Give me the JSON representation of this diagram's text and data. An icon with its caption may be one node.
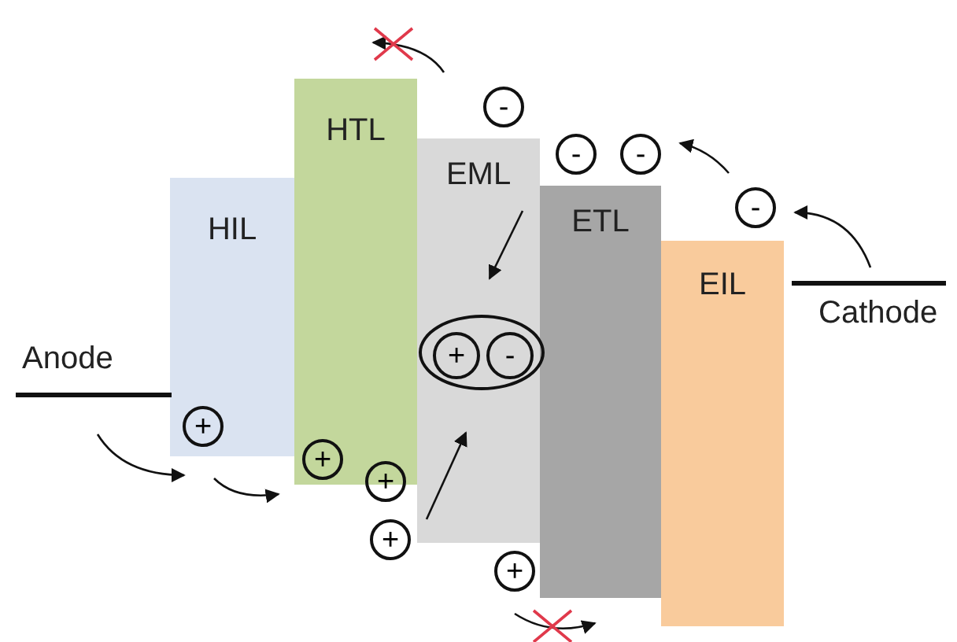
{
  "diagram": {
    "nodes": [
      {
        "text": [
          "HIL"
        ]
      },
      {
        "text": [
          "HTL"
        ]
      },
      {
        "text": [
          "EML"
        ]
      },
      {
        "text": [
          "ETL"
        ]
      },
      {
        "text": [
          "EIL"
        ]
      },
      {
        "text": [
          "-"
        ]
      },
      {
        "text": [
          "-"
        ]
      },
      {
        "text": [
          "-"
        ]
      },
      {
        "text": [
          "-"
        ]
      },
      {
        "text": [],
        "shape": "ellipse",
        "in": 2
      },
      {
        "text": [
          "+"
        ],
        "in": 9
      },
      {
        "text": [
          "-"
        ],
        "in": 9
      },
      {
        "text": [
          "+"
        ],
        "in": 0
      },
      {
        "text": [
          "+"
        ],
        "in": 1
      },
      {
        "text": [
          "+"
        ]
      },
      {
        "text": [
          "+"
        ]
      },
      {
        "text": [
          "+"
        ]
      }
    ],
    "edges": [],
    "labels": [
      "Anode",
      "Cathode"
    ]
  }
}
